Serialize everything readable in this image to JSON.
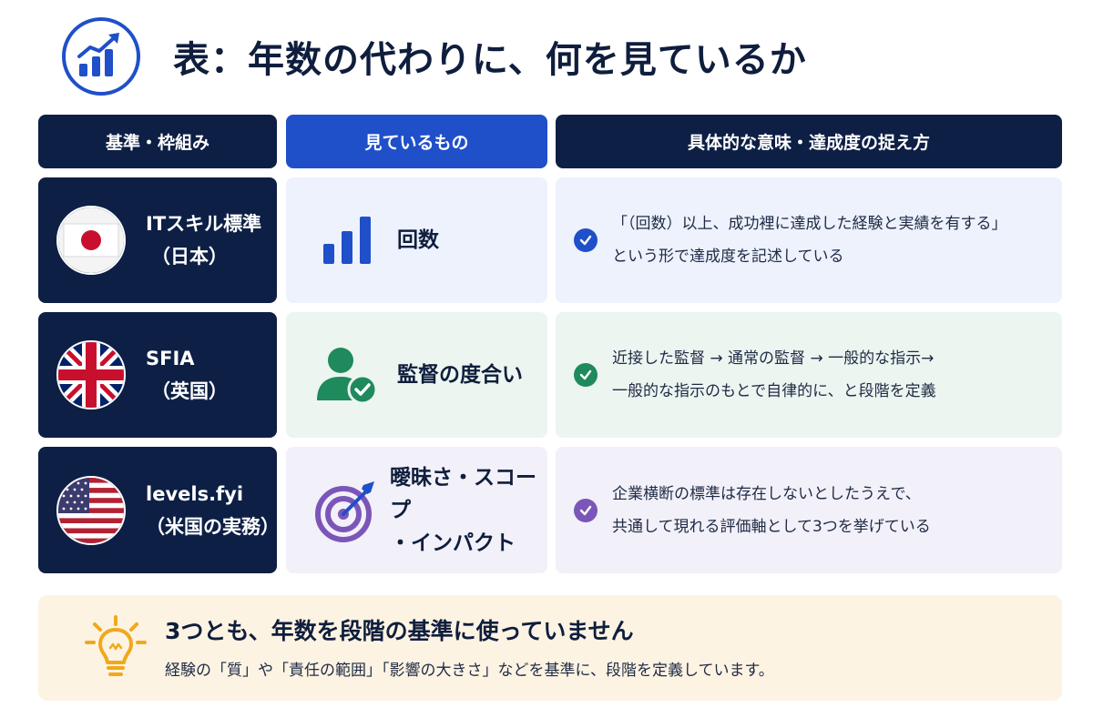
{
  "title": "表：年数の代わりに、何を見ているか",
  "header_icon": "growth-chart-icon",
  "columns": [
    "基準・枠組み",
    "見ているもの",
    "具体的な意味・達成度の捉え方"
  ],
  "rows": [
    {
      "flag": "japan-flag-icon",
      "standard": "ITスキル標準",
      "region": "（日本）",
      "look_icon": "bar-chart-icon",
      "look": [
        "回数"
      ],
      "desc": [
        "「（回数）以上、成功裡に達成した経験と実績を有する」",
        "という形で達成度を記述している"
      ],
      "cell_bg": "#edf2fd",
      "accent": "#1f4fc9"
    },
    {
      "flag": "uk-flag-icon",
      "standard": "SFIA",
      "region": "（英国）",
      "look_icon": "supervisor-check-icon",
      "look": [
        "監督の度合い"
      ],
      "desc": [
        "近接した監督 → 通常の監督 → 一般的な指示→",
        "一般的な指示のもとで自律的に、と段階を定義"
      ],
      "cell_bg": "#ecf5f0",
      "accent": "#1f8a5c"
    },
    {
      "flag": "us-flag-icon",
      "standard": "levels.fyi",
      "region": "（米国の実務）",
      "look_icon": "target-icon",
      "look": [
        "曖昧さ・スコープ",
        "・インパクト"
      ],
      "desc": [
        "企業横断の標準は存在しないとしたうえで、",
        "共通して現れる評価軸として3つを挙げている"
      ],
      "cell_bg": "#f2f0f8",
      "accent": "#7b56b8"
    }
  ],
  "note": {
    "icon": "lightbulb-icon",
    "title": "3つとも、年数を段階の基準に使っていません",
    "body": "経験の「質」や「責任の範囲」「影響の大きさ」などを基準に、段階を定義しています。"
  }
}
